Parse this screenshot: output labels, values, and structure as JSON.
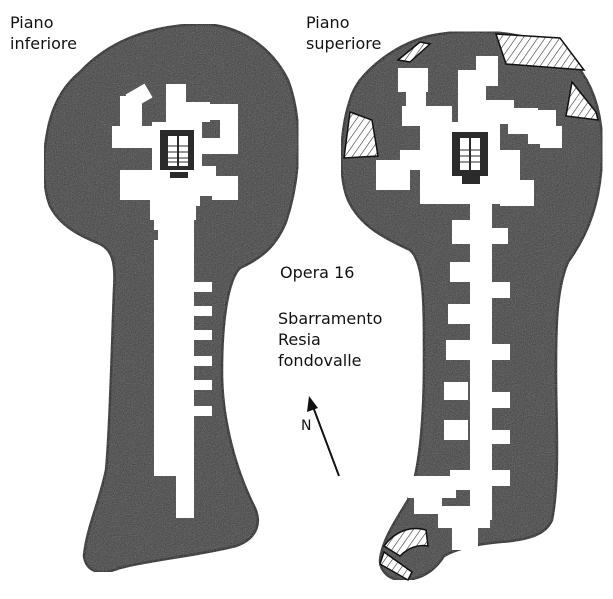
{
  "lower_floor": {
    "title_line1": "Piano",
    "title_line2": "inferiore"
  },
  "upper_floor": {
    "title_line1": "Piano",
    "title_line2": "superiore"
  },
  "caption": {
    "opera": "Opera 16",
    "line1": "Sbarramento",
    "line2": "Resia",
    "line3": "fondovalle"
  },
  "north_label": "N",
  "colors": {
    "rock": "#3d3d3d",
    "outline": "#111111",
    "tunnel": "#ffffff",
    "stair": "#2b2b2b"
  }
}
